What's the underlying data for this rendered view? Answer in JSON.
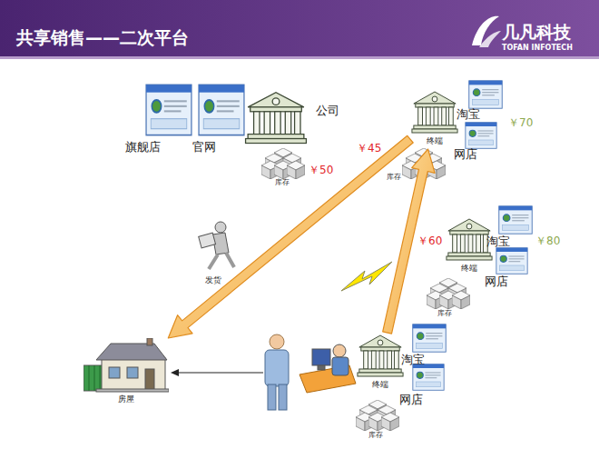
{
  "diagram": {
    "title": "共享销售——二次平台",
    "nodes": [
      {
        "text": [
          "旗舰店"
        ]
      },
      {
        "text": [
          "官网"
        ]
      },
      {
        "text": [
          "公司"
        ]
      },
      {
        "text": [
          "终端"
        ]
      },
      {
        "text": [
          "终端"
        ]
      },
      {
        "text": [
          "房屋"
        ]
      },
      {
        "text": [
          "终端"
        ]
      }
    ],
    "edges": [
      {
        "from": 3,
        "to": 5,
        "arrow": "to",
        "label": "发货"
      },
      {
        "from": 6,
        "to": 3,
        "arrow": "to"
      }
    ],
    "labels": [
      "几凡科技",
      "TOFAN INFOTECH",
      "库存",
      "￥50",
      "￥45",
      "库存",
      "淘宝",
      "网店",
      "￥70",
      "￥60",
      "淘宝",
      "网店",
      "￥80",
      "库存",
      "淘宝",
      "网店",
      "库存"
    ]
  }
}
